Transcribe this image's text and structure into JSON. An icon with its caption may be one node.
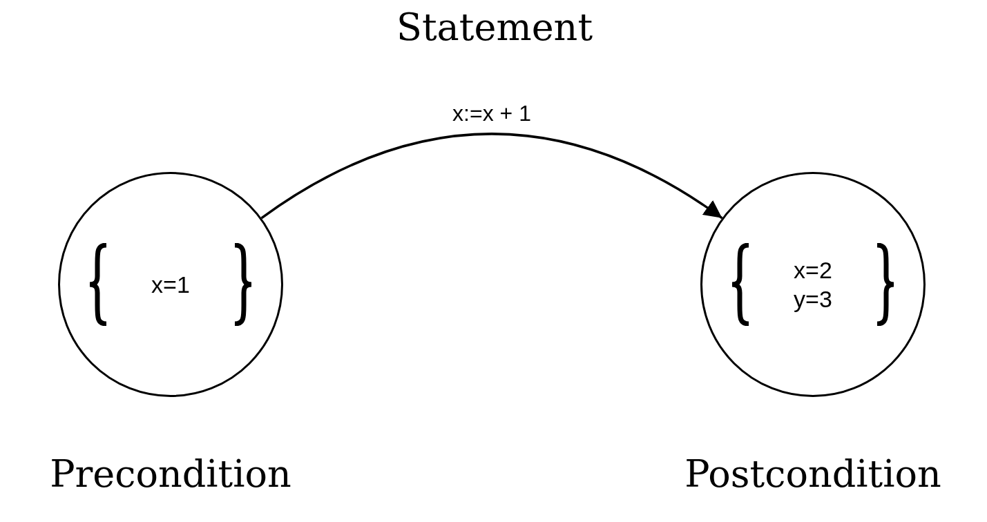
{
  "diagram": {
    "title": "Statement",
    "nodes": [
      {
        "text": [
          "x=1"
        ],
        "beside": [
          "Precondition"
        ]
      },
      {
        "text": [
          "x=2",
          "y=3"
        ],
        "beside": [
          "Postcondition"
        ]
      }
    ],
    "edges": [
      {
        "from": 0,
        "to": 1,
        "arrow": "to",
        "label": "x:=x + 1"
      }
    ]
  }
}
